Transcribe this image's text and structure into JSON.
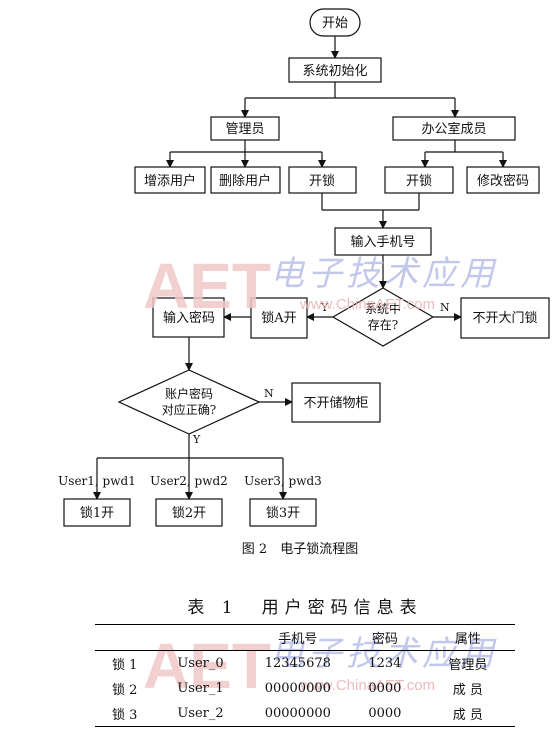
{
  "flowchart": {
    "start": "开始",
    "init": "系统初始化",
    "admin": "管理员",
    "office": "办公室成员",
    "add_user": "增添用户",
    "delete_user": "删除用户",
    "unlock_admin": "开锁",
    "unlock_office": "开锁",
    "change_pwd": "修改密码",
    "input_phone": "输入手机号",
    "exists_q_line1": "系统中",
    "exists_q_line2": "存在?",
    "lock_a_open": "锁A开",
    "no_gate": "不开大门锁",
    "input_pwd": "输入密码",
    "pwd_q_line1": "账户密码",
    "pwd_q_line2": "对应正确?",
    "no_locker": "不开储物柜",
    "label_y1": "Y",
    "label_n1": "N",
    "label_n2": "N",
    "label_y2": "Y",
    "branch1": "User1, pwd1",
    "branch2": "User2, pwd2",
    "branch3": "User3, pwd3",
    "lock1": "锁1开",
    "lock2": "锁2开",
    "lock3": "锁3开"
  },
  "figure_caption": "图 2　电子锁流程图",
  "table": {
    "title": "表 1　用户密码信息表",
    "headers": [
      "",
      "",
      "手机号",
      "密码",
      "属性"
    ],
    "rows": [
      [
        "锁 1",
        "User_0",
        "12345678",
        "1234",
        "管理员"
      ],
      [
        "锁 2",
        "User_1",
        "00000000",
        "0000",
        "成 员"
      ],
      [
        "锁 3",
        "User_2",
        "00000000",
        "0000",
        "成 员"
      ]
    ]
  },
  "watermark": {
    "logo": "AET",
    "chinese": "电子技术应用",
    "url": "www.ChinaAET.com"
  }
}
